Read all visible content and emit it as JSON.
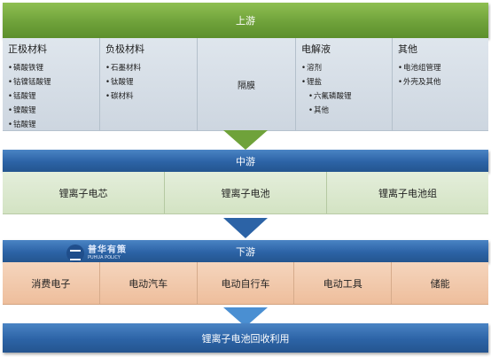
{
  "upstream": {
    "title": "上游",
    "columns": [
      {
        "heading": "正极材料",
        "items": [
          "磷酸铁锂",
          "钴镍锰酸锂",
          "锰酸锂",
          "镍酸锂",
          "钴酸锂"
        ]
      },
      {
        "heading": "负极材料",
        "items": [
          "石墨材料",
          "钛酸锂",
          "碳材料"
        ]
      },
      {
        "center": "隔膜"
      },
      {
        "heading": "电解液",
        "items": [
          "溶剂",
          "锂盐"
        ],
        "subitems": [
          "六氟磷酸锂",
          "其他"
        ]
      },
      {
        "heading": "其他",
        "items": [
          "电池组管理",
          "外壳及其他"
        ]
      }
    ]
  },
  "midstream": {
    "title": "中游",
    "items": [
      "锂离子电芯",
      "锂离子电池",
      "锂离子电池组"
    ]
  },
  "downstream": {
    "title": "下游",
    "items": [
      "消费电子",
      "电动汽车",
      "电动自行车",
      "电动工具",
      "储能"
    ]
  },
  "recycling": {
    "title": "锂离子电池回收利用"
  },
  "logo": {
    "name_cn": "普华有策",
    "name_en": "PUHUA POLICY"
  },
  "colors": {
    "upstream_band": "#6fa23a",
    "blue_band": "#2c63a6",
    "green_arrow": "#6fa23a",
    "blue_arrow": "#2c63a6",
    "light_blue_arrow": "#4a8fd2",
    "upstream_cells": "#d4dde6",
    "midstream_cells": "#dae8cd",
    "downstream_cells": "#f2c8a9"
  }
}
